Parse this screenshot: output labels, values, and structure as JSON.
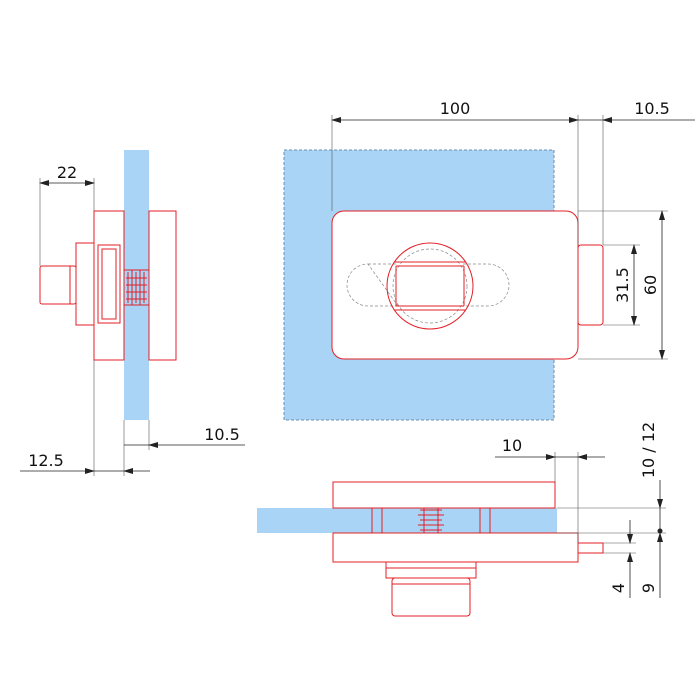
{
  "colors": {
    "glass": "#a9d4f5",
    "outline": "#e31f26",
    "dimension": "#222222"
  },
  "dimensions": {
    "plate_length": "100",
    "plate_overhang": "10.5",
    "plate_height": "60",
    "slot_spacing": "31.5",
    "knob_projection": "22",
    "glass_offset": "10.5",
    "plate_thickness": "12.5",
    "keep_width": "10",
    "glass_thickness": "10 / 12",
    "keep_gap": "4",
    "keep_depth": "9"
  }
}
